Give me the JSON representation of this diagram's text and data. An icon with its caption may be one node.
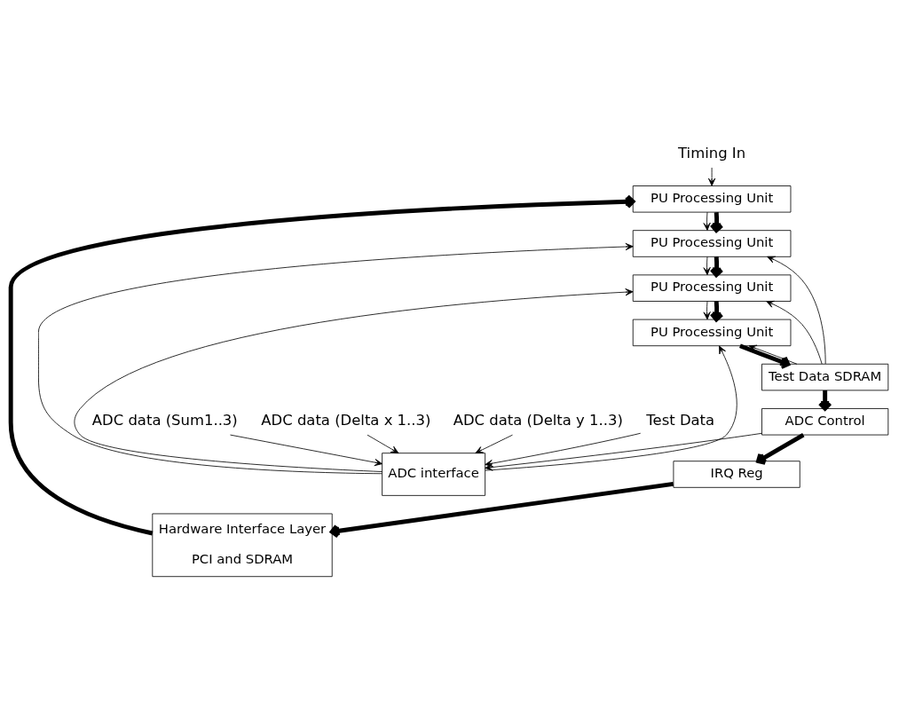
{
  "diagram": {
    "nodes": [
      {
        "text": [
          "Timing In"
        ]
      },
      {
        "text": [
          "ADC data (Sum1..3)"
        ]
      },
      {
        "text": [
          "ADC data (Delta x 1..3)"
        ]
      },
      {
        "text": [
          "ADC data (Delta y 1..3)"
        ]
      },
      {
        "text": [
          "Test Data"
        ]
      },
      {
        "text": [
          "PU Processing Unit"
        ]
      },
      {
        "text": [
          "ADC interface"
        ]
      },
      {
        "text": [
          "PU Processing Unit"
        ]
      },
      {
        "text": [
          "PU Processing Unit"
        ]
      },
      {
        "text": [
          "PU Processing Unit"
        ]
      },
      {
        "text": [
          "Test Data SDRAM"
        ]
      },
      {
        "text": [
          "ADC Control"
        ]
      },
      {
        "text": [
          "IRQ Reg"
        ]
      },
      {
        "text": [
          "Hardware Interface Layer",
          "PCI and SDRAM"
        ]
      }
    ],
    "edges": [
      {
        "from": 0,
        "to": 5,
        "arrow": "to"
      },
      {
        "from": 13,
        "to": 5,
        "arrow": "to",
        "style": "thick"
      },
      {
        "from": 5,
        "to": 7,
        "arrow": "to"
      },
      {
        "from": 5,
        "to": 7,
        "arrow": "to",
        "style": "thick"
      },
      {
        "from": 1,
        "to": 6,
        "arrow": "to"
      },
      {
        "from": 2,
        "to": 6,
        "arrow": "to"
      },
      {
        "from": 3,
        "to": 6,
        "arrow": "to"
      },
      {
        "from": 4,
        "to": 6,
        "arrow": "to"
      },
      {
        "from": 6,
        "to": 7,
        "arrow": "to"
      },
      {
        "from": 6,
        "to": 8,
        "arrow": "to"
      },
      {
        "from": 6,
        "to": 9,
        "arrow": "to"
      },
      {
        "from": 10,
        "to": 7,
        "arrow": "to"
      },
      {
        "from": 10,
        "to": 8,
        "arrow": "to"
      },
      {
        "from": 10,
        "to": 9,
        "arrow": "to"
      },
      {
        "from": 7,
        "to": 8,
        "arrow": "to"
      },
      {
        "from": 7,
        "to": 8,
        "arrow": "to",
        "style": "thick"
      },
      {
        "from": 8,
        "to": 9,
        "arrow": "to"
      },
      {
        "from": 8,
        "to": 9,
        "arrow": "to",
        "style": "thick"
      },
      {
        "from": 9,
        "to": 10,
        "arrow": "to",
        "style": "thick"
      },
      {
        "from": 10,
        "to": 11,
        "arrow": "to",
        "style": "thick"
      },
      {
        "from": 11,
        "to": 6,
        "arrow": "to"
      },
      {
        "from": 11,
        "to": 12,
        "arrow": "to",
        "style": "thick"
      },
      {
        "from": 12,
        "to": 13,
        "arrow": "to",
        "style": "thick"
      }
    ]
  }
}
